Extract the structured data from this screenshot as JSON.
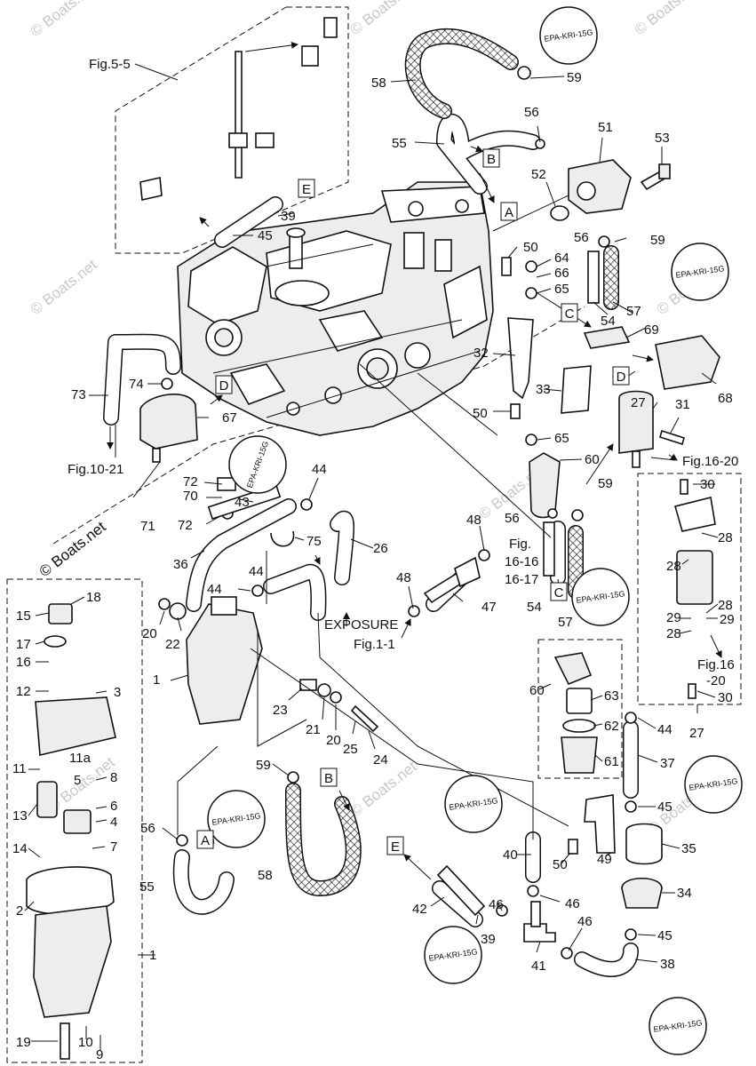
{
  "watermark": "© Boats.net",
  "stamp_text": "EPA-KRI-15G",
  "figure_refs": {
    "fig_5_5": "Fig.5-5",
    "fig_10_21": "Fig.10-21",
    "fig_16_20": "Fig.16-20",
    "fig_16_16": "Fig.",
    "fig_16_16b": "16-16",
    "fig_16_17": "16-17",
    "fig_1_1": "Fig.1-1",
    "fig_16_20b": "Fig.16",
    "fig_16_20c": "-20",
    "exposure": "EXPOSURE"
  },
  "box_labels": [
    "A",
    "B",
    "C",
    "D",
    "E"
  ],
  "callouts": {
    "c1": "1",
    "c1b": "1",
    "c2": "2",
    "c3": "3",
    "c4": "4",
    "c5": "5",
    "c6": "6",
    "c7": "7",
    "c8": "8",
    "c9": "9",
    "c10": "10",
    "c11": "11",
    "c11a": "11a",
    "c12": "12",
    "c13": "13",
    "c14": "14",
    "c15": "15",
    "c16": "16",
    "c17": "17",
    "c18": "18",
    "c19": "19",
    "c20": "20",
    "c20b": "20",
    "c21": "21",
    "c22": "22",
    "c23": "23",
    "c24": "24",
    "c25": "25",
    "c26": "26",
    "c27": "27",
    "c27b": "27",
    "c28a": "28",
    "c28b": "28",
    "c28c": "28",
    "c28d": "28",
    "c29a": "29",
    "c29b": "29",
    "c30a": "30",
    "c30b": "30",
    "c31": "31",
    "c32": "32",
    "c33": "33",
    "c34": "34",
    "c35": "35",
    "c36": "36",
    "c37": "37",
    "c38": "38",
    "c39": "39",
    "c39b": "39",
    "c40": "40",
    "c41": "41",
    "c42": "42",
    "c43": "43",
    "c44a": "44",
    "c44b": "44",
    "c44c": "44",
    "c44d": "44",
    "c45a": "45",
    "c45b": "45",
    "c45c": "45",
    "c46a": "46",
    "c46b": "46",
    "c46c": "46",
    "c47": "47",
    "c48a": "48",
    "c48b": "48",
    "c49": "49",
    "c50a": "50",
    "c50b": "50",
    "c50c": "50",
    "c51": "51",
    "c52": "52",
    "c53": "53",
    "c54a": "54",
    "c54b": "54",
    "c55a": "55",
    "c55b": "55",
    "c56a": "56",
    "c56b": "56",
    "c56c": "56",
    "c56d": "56",
    "c57a": "57",
    "c57b": "57",
    "c58a": "58",
    "c58b": "58",
    "c59a": "59",
    "c59b": "59",
    "c59c": "59",
    "c59d": "59",
    "c60a": "60",
    "c60b": "60",
    "c61": "61",
    "c62": "62",
    "c63": "63",
    "c64": "64",
    "c65a": "65",
    "c65b": "65",
    "c66": "66",
    "c67": "67",
    "c68": "68",
    "c69": "69",
    "c70": "70",
    "c71": "71",
    "c72a": "72",
    "c72b": "72",
    "c73": "73",
    "c74": "74",
    "c75": "75"
  }
}
